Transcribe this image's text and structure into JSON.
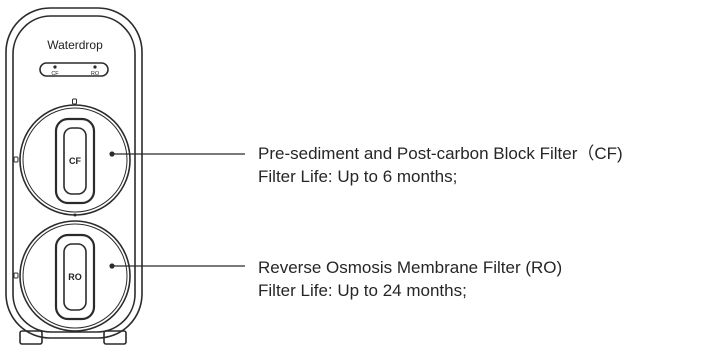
{
  "device": {
    "brand": "Waterdrop",
    "indicator_cf_label": "CF",
    "indicator_ro_label": "RO",
    "filter_top_label": "CF",
    "filter_bottom_label": "RO"
  },
  "callouts": {
    "cf": {
      "title": "Pre-sediment and Post-carbon Block Filter（CF)",
      "life": "Filter Life: Up to 6 months;"
    },
    "ro": {
      "title": "Reverse Osmosis Membrane Filter (RO)",
      "life": "Filter Life: Up to 24 months;"
    }
  },
  "colors": {
    "outline": "#2b2b2b",
    "text": "#262626",
    "background": "#ffffff"
  }
}
